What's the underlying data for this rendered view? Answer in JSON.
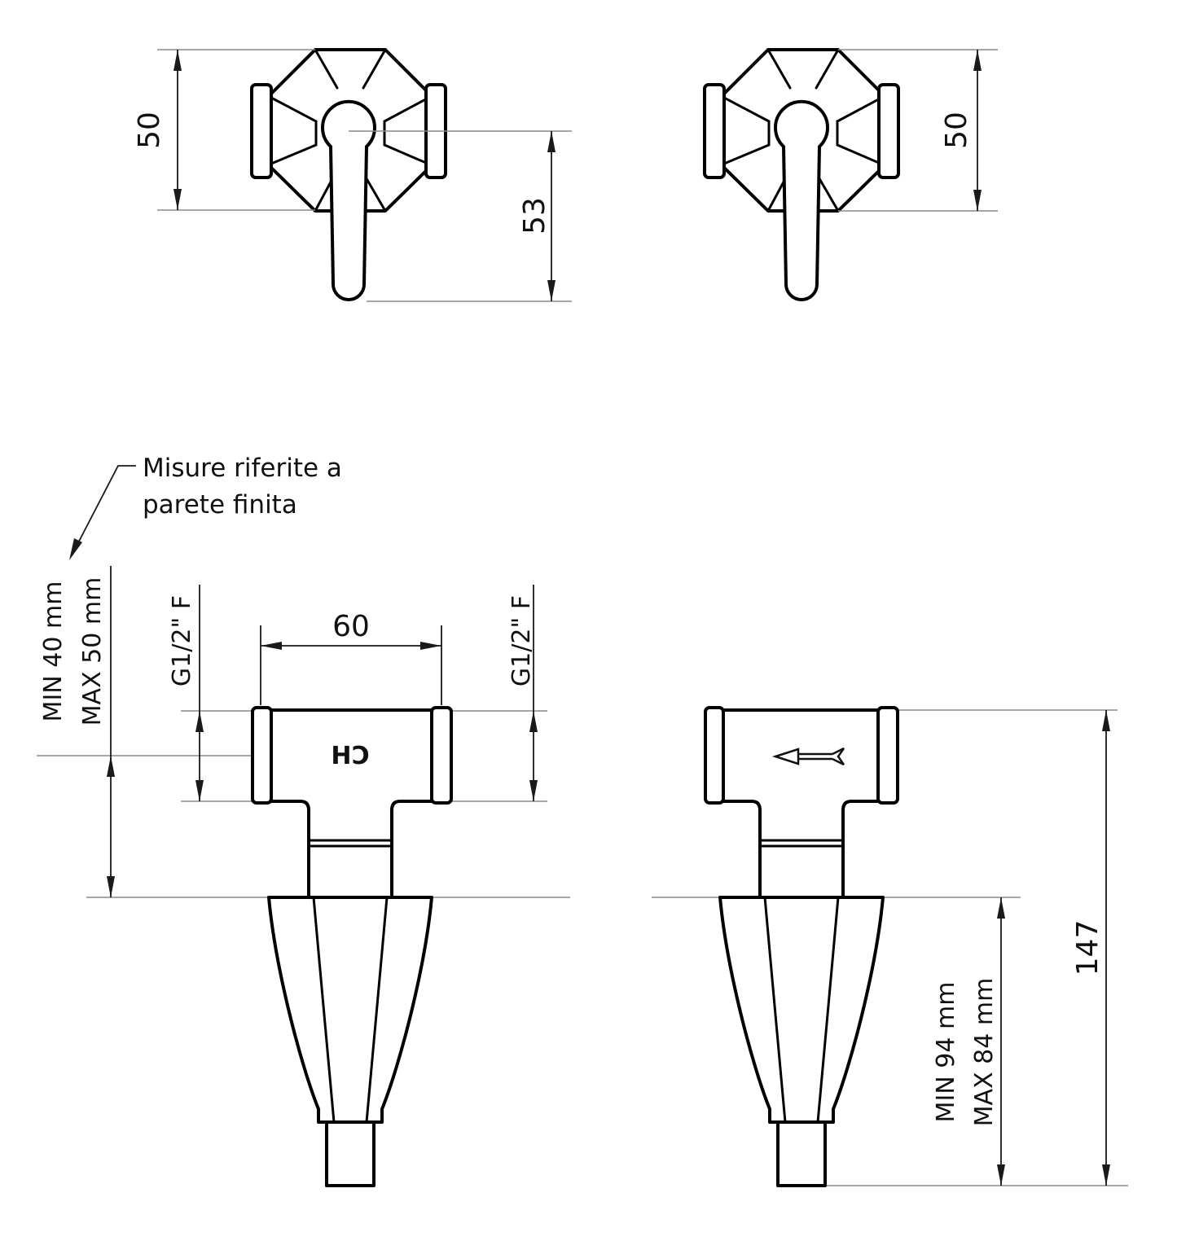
{
  "annotation": {
    "note_line1": "Misure riferite a",
    "note_line2": "parete finita"
  },
  "front_view_left": {
    "body_height_mm": "50",
    "lever_drop_mm": "53"
  },
  "front_view_right": {
    "body_height_mm": "50"
  },
  "side_view_left": {
    "port_spacing_mm": "60",
    "thread_left": "G1/2\" F",
    "thread_right": "G1/2\" F",
    "wall_depth_min": "MIN 40 mm",
    "wall_depth_max": "MAX 50 mm",
    "body_mark": "CH"
  },
  "side_view_right": {
    "total_length_mm": "147",
    "handle_clearance_min": "MIN 94 mm",
    "handle_clearance_max": "MAX 84 mm"
  },
  "colors": {
    "background": "#ffffff",
    "main_line": "#000000",
    "thin_line": "#8a8a8a"
  }
}
